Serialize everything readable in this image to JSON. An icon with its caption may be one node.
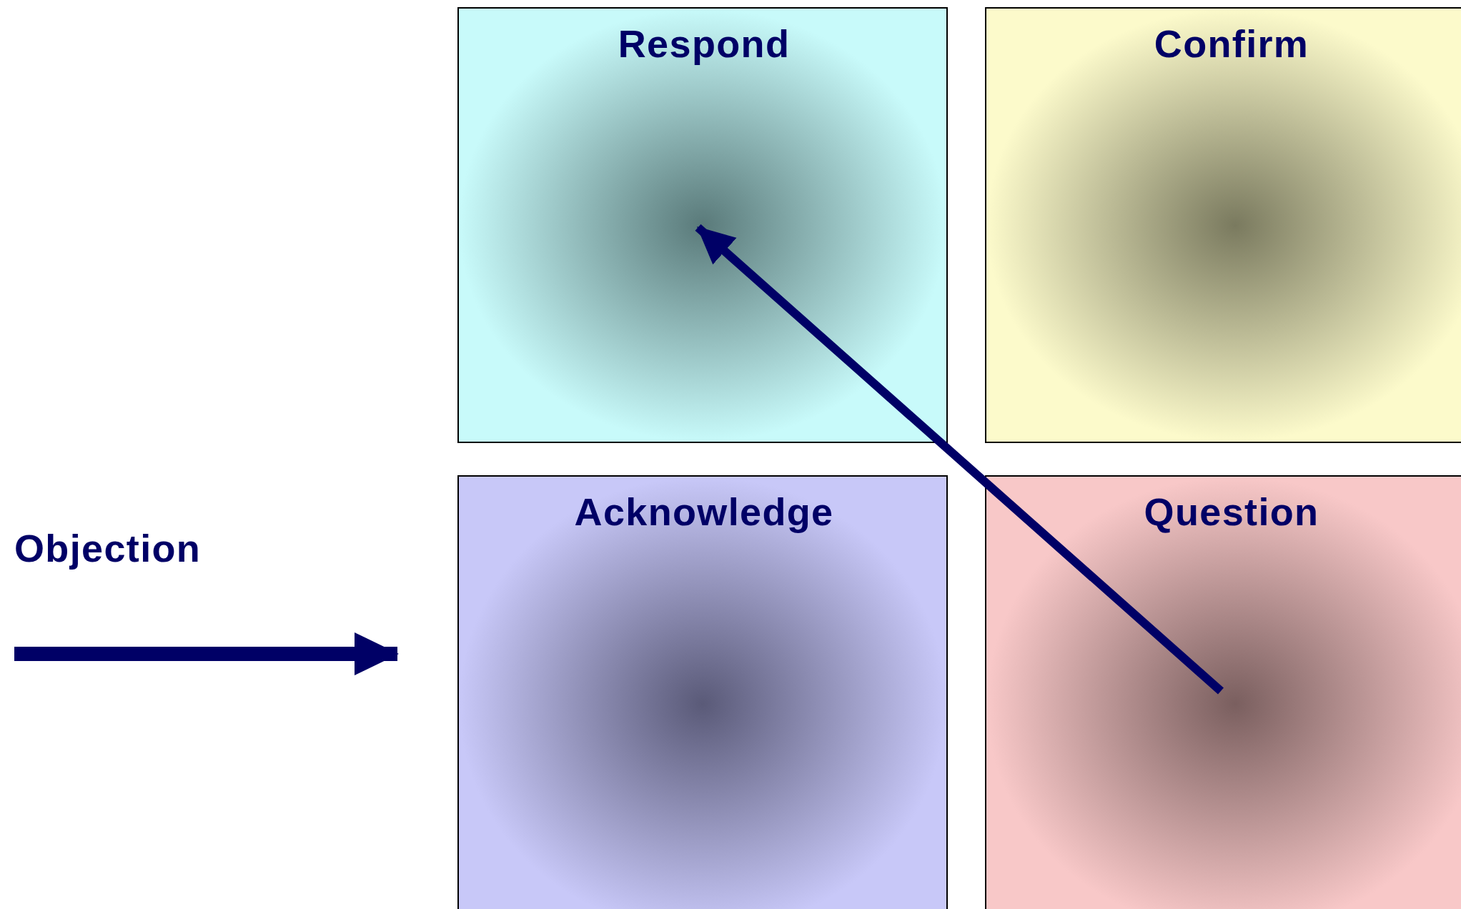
{
  "diagram": {
    "nodes": [
      {
        "text": [
          "Respond"
        ]
      },
      {
        "text": [
          "Confirm"
        ]
      },
      {
        "text": [
          "Acknowledge"
        ]
      },
      {
        "text": [
          "Question"
        ]
      }
    ],
    "edges": [
      {
        "from": null,
        "to": 2,
        "arrow": "to",
        "label": "Objection"
      },
      {
        "from": 3,
        "to": 0,
        "arrow": "to"
      }
    ]
  }
}
